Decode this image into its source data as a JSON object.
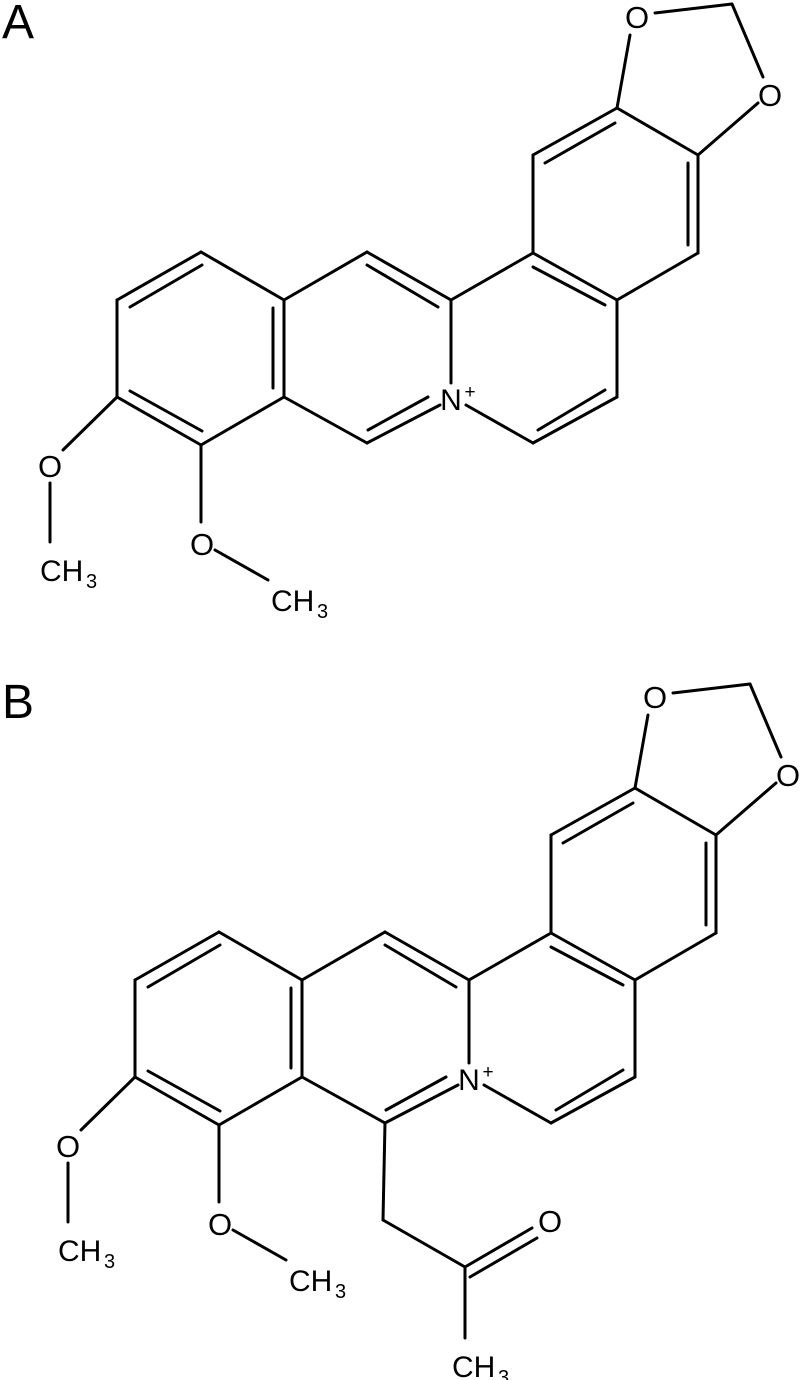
{
  "figure": {
    "structures": [
      {
        "panel_label": "A"
      },
      {
        "panel_label": "B"
      }
    ],
    "atoms": {
      "oxygen": "O",
      "nitrogen": "N",
      "charge": "+",
      "methyl": "CH",
      "methyl_subscript": "3"
    },
    "colors": {
      "ink": "#000000",
      "background": "#ffffff"
    }
  }
}
